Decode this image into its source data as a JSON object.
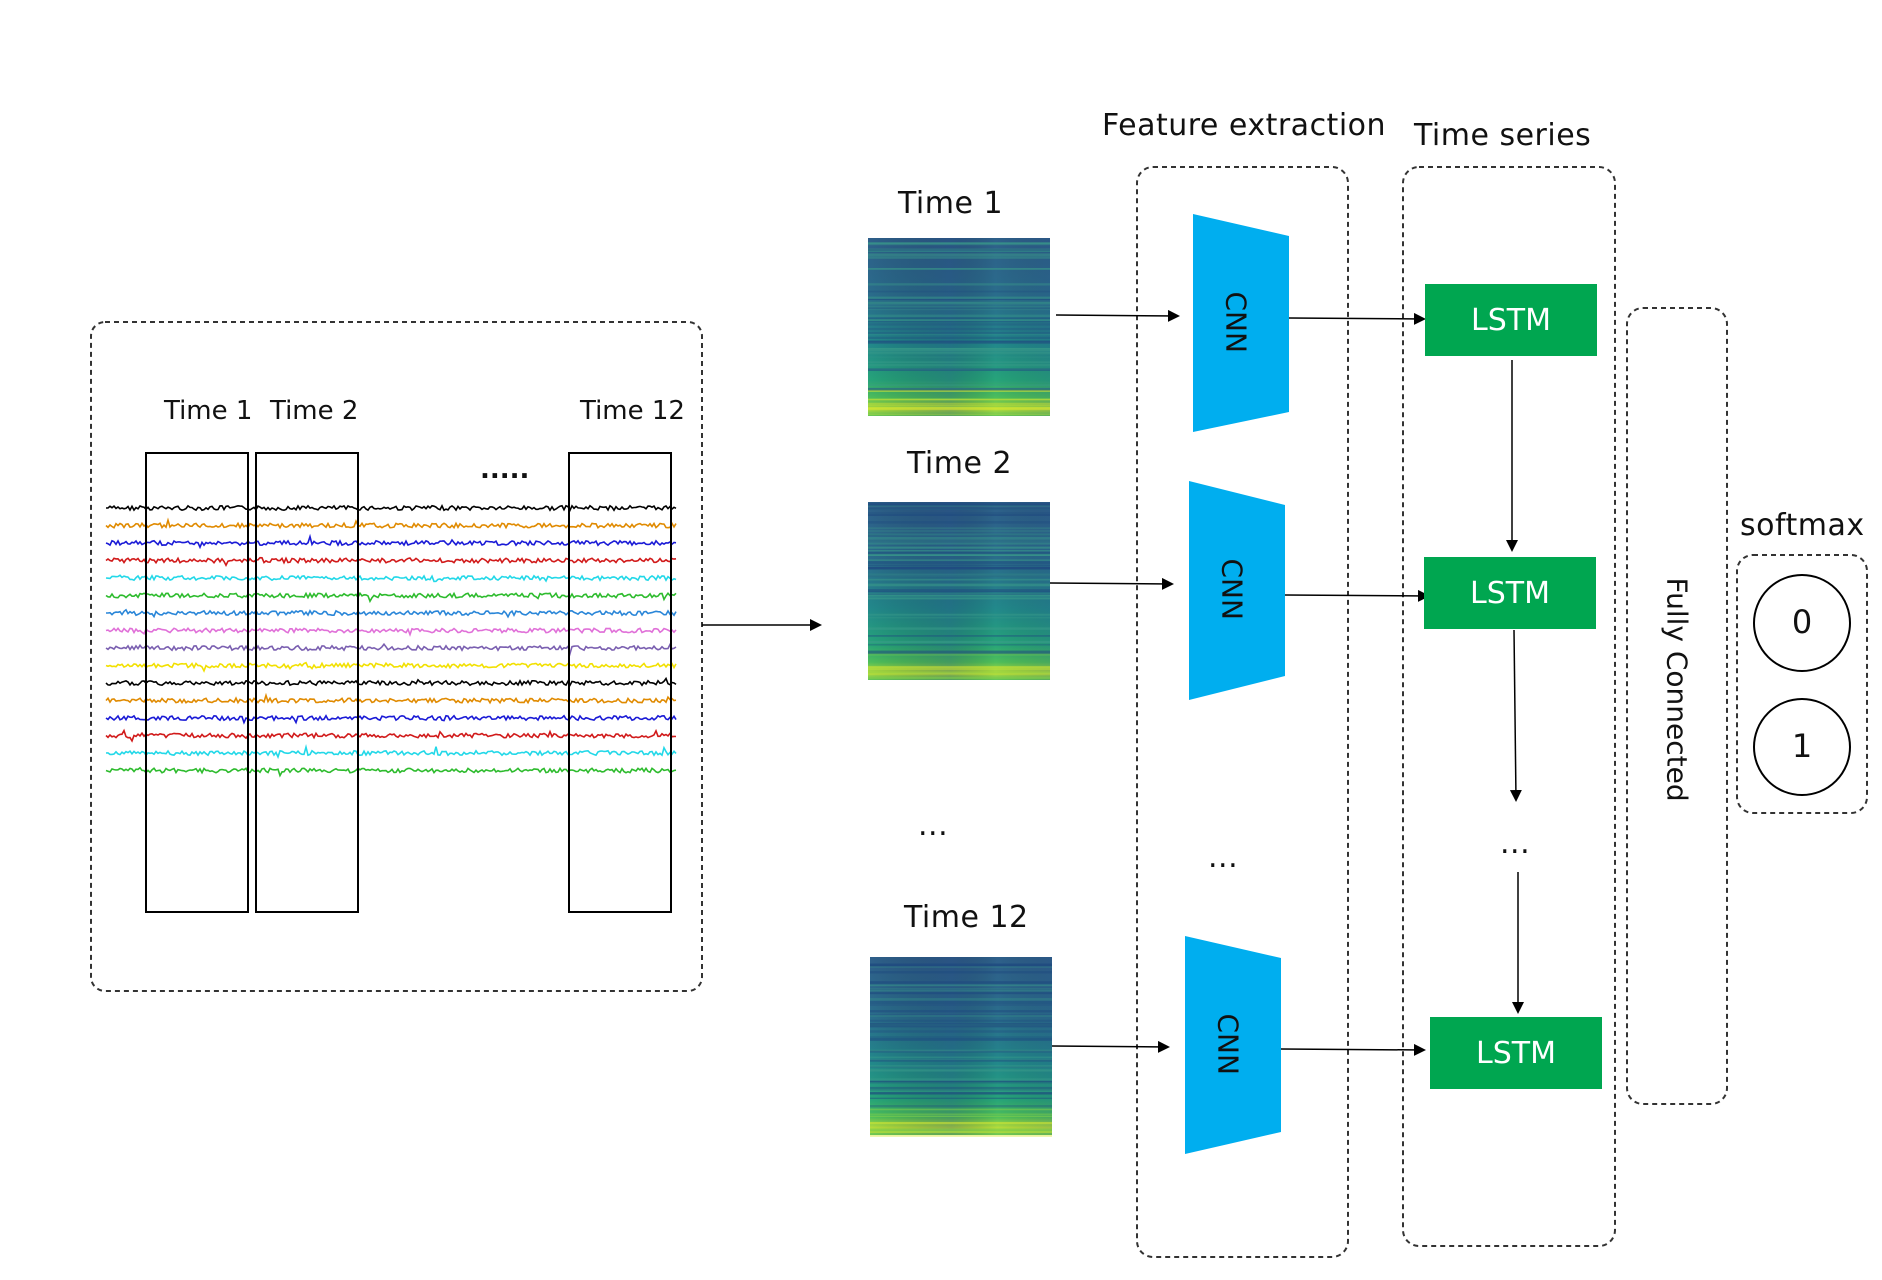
{
  "eeg": {
    "window_labels": [
      "Time 1",
      "Time 2",
      "Time 12"
    ],
    "ellipsis": ".....",
    "channel_colors": [
      "#000000",
      "#e08a00",
      "#1a1ad6",
      "#d11a1a",
      "#22d8e8",
      "#2dbb2d",
      "#2a86d8",
      "#e070d8",
      "#7a5fb0",
      "#f2e000",
      "#000000",
      "#e08a00",
      "#1a1ad6",
      "#d11a1a",
      "#22d8e8",
      "#2dbb2d"
    ]
  },
  "spectrograms": {
    "labels": [
      "Time 1",
      "Time 2",
      "Time 12"
    ],
    "ellipsis": "..."
  },
  "feature_extraction": {
    "title": "Feature extraction",
    "block_label": "CNN",
    "ellipsis": "...",
    "color": "#00aeef"
  },
  "time_series": {
    "title": "Time series",
    "block_label": "LSTM",
    "ellipsis": "...",
    "color": "#00a650"
  },
  "fully_connected": {
    "label": "Fully Connected"
  },
  "softmax": {
    "title": "softmax",
    "outputs": [
      "0",
      "1"
    ]
  }
}
